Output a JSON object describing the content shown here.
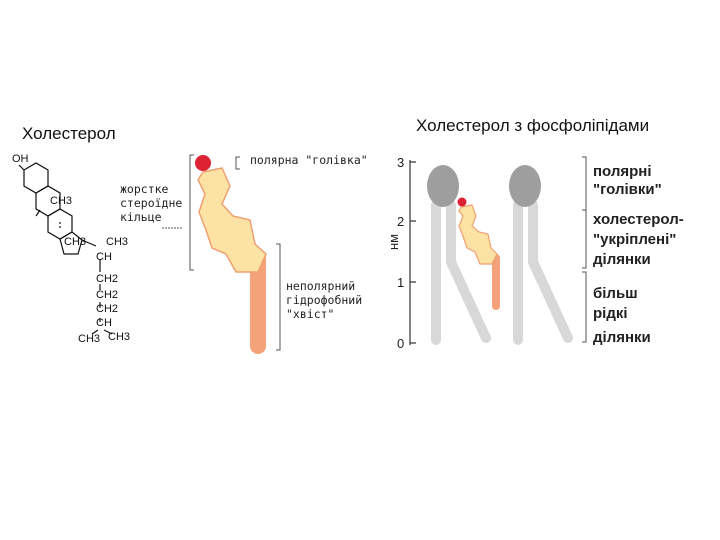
{
  "titles": {
    "left": "Холестерол",
    "right": "Холестерол з фосфоліпідами"
  },
  "formula": {
    "oh": "OH",
    "ch3_a": "CH3",
    "ch3_b": "CH3",
    "ch3_c": "CH3",
    "ch": "CH",
    "ch2_a": "CH2",
    "ch2_b": "CH2",
    "ch2_c": "CH2",
    "ch_b": "CH",
    "ch3_d": "CH3",
    "ch3_e": "CH3"
  },
  "left_labels": {
    "polar_head": "полярна \"голівка\"",
    "rigid_ring": [
      "жорстке",
      "стероїдне",
      "кільце"
    ],
    "tail": [
      "неполярний",
      "гідрофобний",
      "\"хвіст\""
    ]
  },
  "axis": {
    "unit": "нм",
    "ticks": [
      "3",
      "2",
      "1",
      "0"
    ]
  },
  "right_labels": {
    "polar_heads": [
      "полярні",
      "\"голівки\""
    ],
    "rigid": [
      "холестерол-",
      "\"укріплені\"",
      "ділянки"
    ],
    "fluid": [
      "більш",
      "рідкі",
      "ділянки"
    ]
  },
  "colors": {
    "cholesterol_fill": "#fde2a6",
    "cholesterol_outline": "#f0a070",
    "tail": "#f4a27a",
    "hydroxyl": "#dd2233",
    "phospholipid_head": "#9e9e9e",
    "phospholipid_tail": "#d8d8d8"
  }
}
